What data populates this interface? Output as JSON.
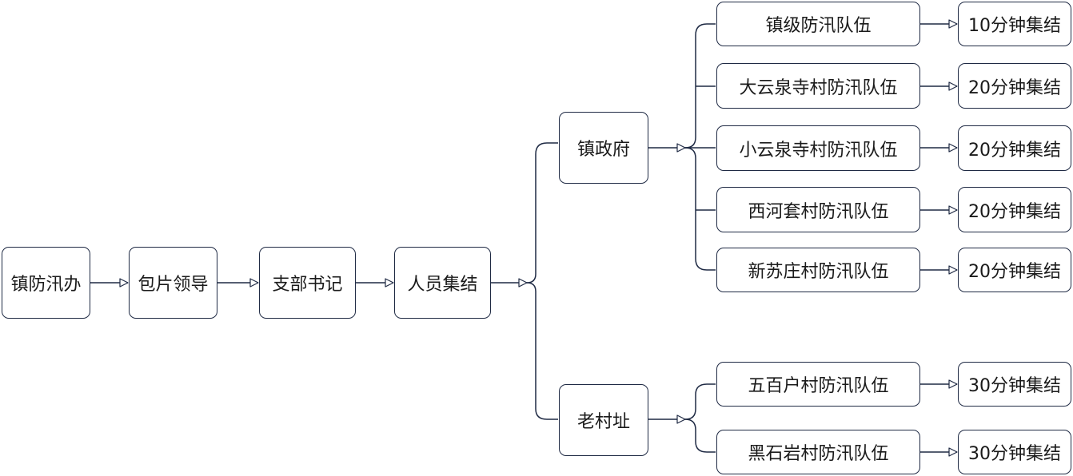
{
  "nodes": {
    "flood_office": "镇防汛办",
    "area_leader": "包片领导",
    "branch_secretary": "支部书记",
    "personnel_assembly": "人员集结",
    "town_government": "镇政府",
    "old_village_site": "老村址"
  },
  "teams": [
    {
      "name": "镇级防汛队伍",
      "assembly": "10分钟集结"
    },
    {
      "name": "大云泉寺村防汛队伍",
      "assembly": "20分钟集结"
    },
    {
      "name": "小云泉寺村防汛队伍",
      "assembly": "20分钟集结"
    },
    {
      "name": "西河套村防汛队伍",
      "assembly": "20分钟集结"
    },
    {
      "name": "新苏庄村防汛队伍",
      "assembly": "20分钟集结"
    },
    {
      "name": "五百户村防汛队伍",
      "assembly": "30分钟集结"
    },
    {
      "name": "黑石岩村防汛队伍",
      "assembly": "30分钟集结"
    }
  ],
  "colors": {
    "line": "#1f2a44",
    "border": "#1f2a44",
    "text": "#1a1a1a"
  }
}
